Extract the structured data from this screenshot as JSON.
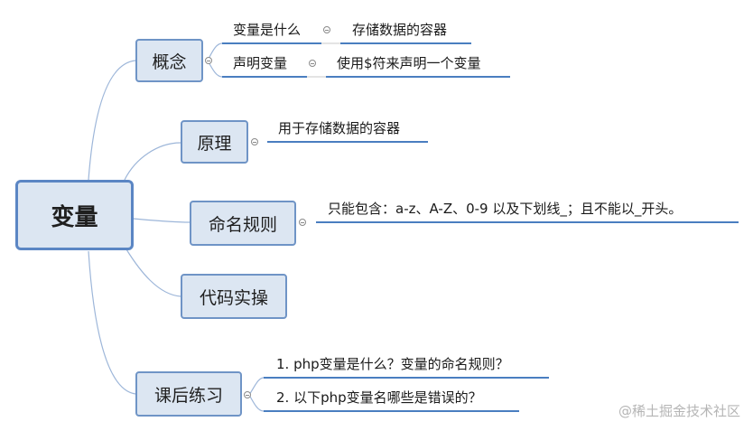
{
  "root": {
    "label": "变量"
  },
  "branches": {
    "concept": {
      "label": "概念",
      "items": [
        {
          "term": "变量是什么",
          "detail": "存储数据的容器"
        },
        {
          "term": "声明变量",
          "detail": "使用$符来声明一个变量"
        }
      ]
    },
    "principle": {
      "label": "原理",
      "detail": "用于存储数据的容器"
    },
    "naming": {
      "label": "命名规则",
      "detail": "只能包含：a-z、A-Z、0-9 以及下划线_；且不能以_开头。"
    },
    "practice": {
      "label": "代码实操"
    },
    "exercise": {
      "label": "课后练习",
      "items": [
        "1. php变量是什么？变量的命名规则？",
        "2. 以下php变量名哪些是错误的？"
      ]
    }
  },
  "watermark": "@稀土掘金技术社区",
  "colors": {
    "node_fill": "#dce6f2",
    "node_border": "#6f94c6",
    "line": "#4a7ec0",
    "connector": "#9db6d9"
  }
}
